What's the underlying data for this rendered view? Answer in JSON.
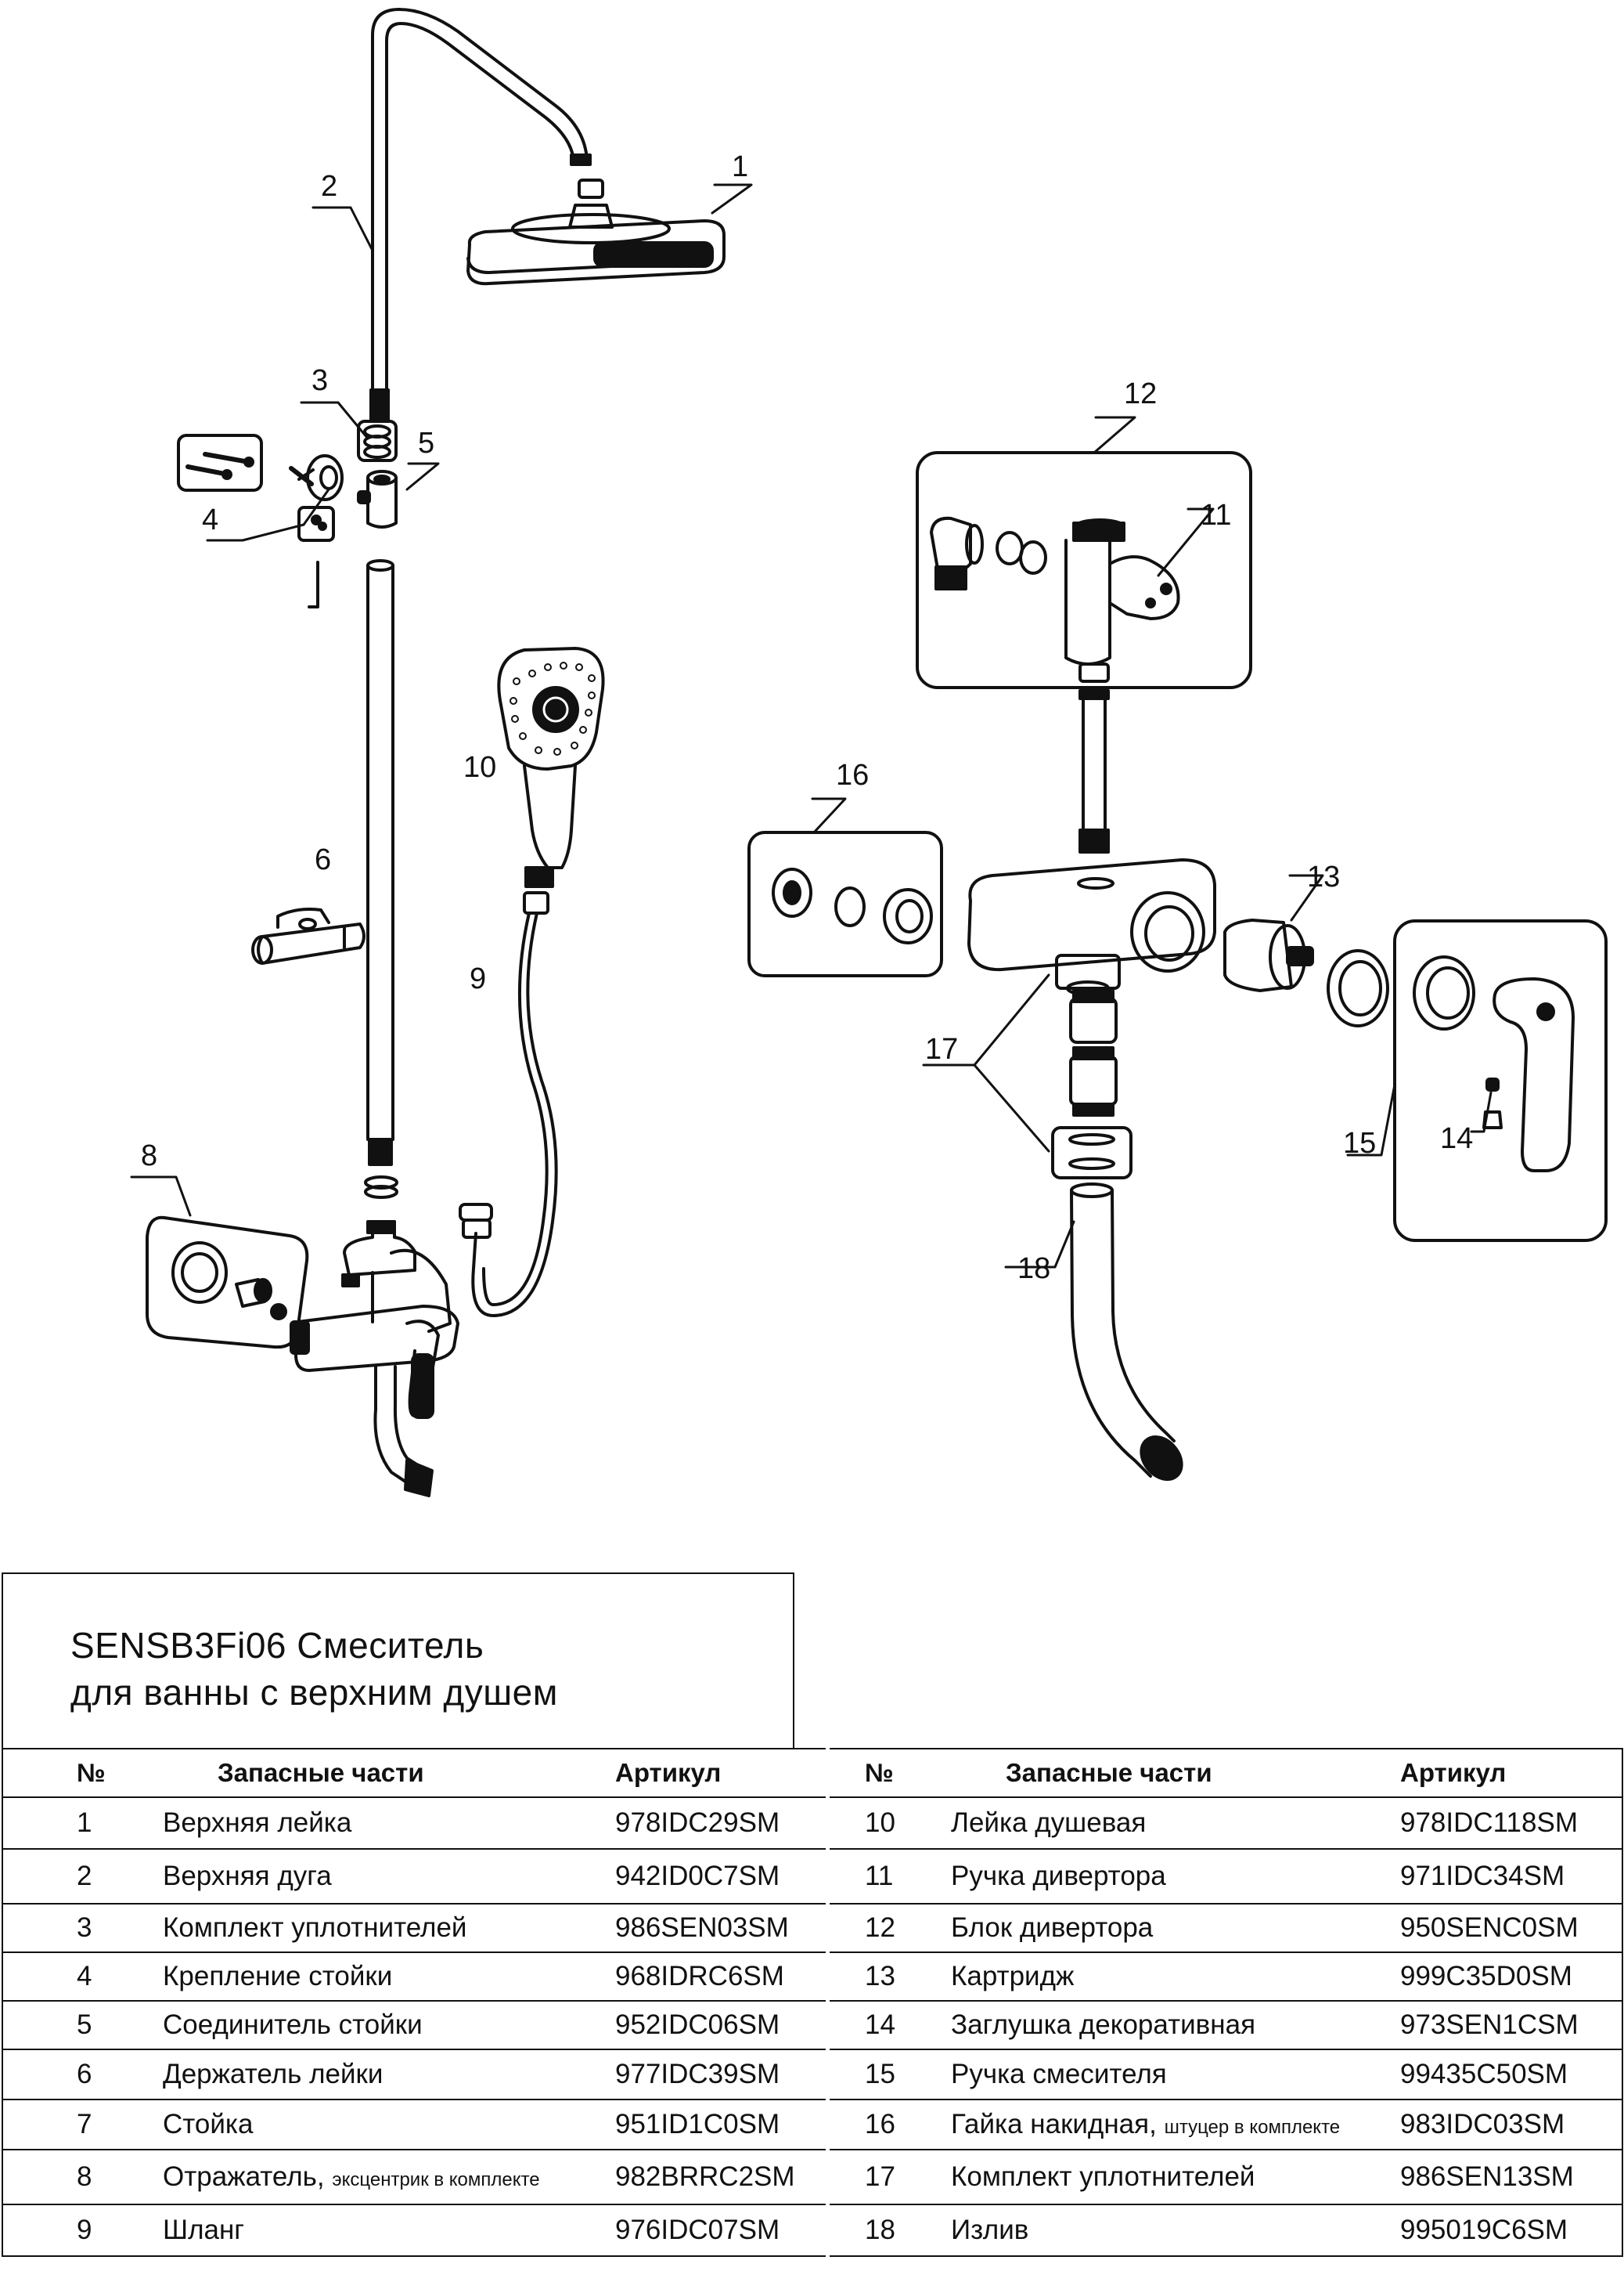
{
  "title": {
    "line1": "SENSB3Fi06 Смеситель",
    "line2": "для ванны с верхним душем"
  },
  "callouts": [
    "1",
    "2",
    "3",
    "4",
    "5",
    "6",
    "8",
    "9",
    "10",
    "11",
    "12",
    "13",
    "14",
    "15",
    "16",
    "17",
    "18"
  ],
  "table": {
    "headers": {
      "no": "№",
      "name": "Запасные части",
      "article": "Артикул"
    },
    "left_rows": [
      {
        "no": "1",
        "name": "Верхняя лейка",
        "note": "",
        "article": "978IDC29SM"
      },
      {
        "no": "2",
        "name": "Верхняя дуга",
        "note": "",
        "article": "942ID0C7SM"
      },
      {
        "no": "3",
        "name": "Комплект уплотнителей",
        "note": "",
        "article": "986SEN03SM"
      },
      {
        "no": "4",
        "name": "Крепление стойки",
        "note": "",
        "article": "968IDRC6SM"
      },
      {
        "no": "5",
        "name": "Соединитель стойки",
        "note": "",
        "article": "952IDC06SM"
      },
      {
        "no": "6",
        "name": "Держатель лейки",
        "note": "",
        "article": "977IDC39SM"
      },
      {
        "no": "7",
        "name": "Стойка",
        "note": "",
        "article": "951ID1C0SM"
      },
      {
        "no": "8",
        "name": "Отражатель,",
        "note": "эксцентрик в комплекте",
        "article": "982BRRC2SM"
      },
      {
        "no": "9",
        "name": "Шланг",
        "note": "",
        "article": "976IDC07SM"
      }
    ],
    "right_rows": [
      {
        "no": "10",
        "name": "Лейка душевая",
        "note": "",
        "article": "978IDC118SM"
      },
      {
        "no": "11",
        "name": "Ручка дивертора",
        "note": "",
        "article": "971IDC34SM"
      },
      {
        "no": "12",
        "name": "Блок дивертора",
        "note": "",
        "article": "950SENC0SM"
      },
      {
        "no": "13",
        "name": "Картридж",
        "note": "",
        "article": "999C35D0SM"
      },
      {
        "no": "14",
        "name": "Заглушка декоративная",
        "note": "",
        "article": "973SEN1CSM"
      },
      {
        "no": "15",
        "name": "Ручка смесителя",
        "note": "",
        "article": "99435C50SM"
      },
      {
        "no": "16",
        "name": "Гайка накидная,",
        "note": "штуцер в комплекте",
        "article": "983IDC03SM"
      },
      {
        "no": "17",
        "name": "Комплект уплотнителей",
        "note": "",
        "article": "986SEN13SM"
      },
      {
        "no": "18",
        "name": "Излив",
        "note": "",
        "article": "995019C6SM"
      }
    ]
  },
  "colors": {
    "ink": "#111111",
    "paper": "#ffffff",
    "shade": "#e6e6e6"
  }
}
